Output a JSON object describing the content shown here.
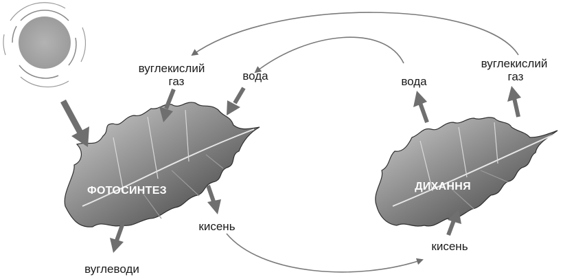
{
  "labels": {
    "co2_in_line1": "вуглекислий",
    "co2_in_line2": "газ",
    "water_in": "вода",
    "photosynthesis": "ФОТОСИНТЕЗ",
    "oxygen_out": "кисень",
    "carbohydrates": "вуглеводи",
    "water_out": "вода",
    "co2_out_line1": "вуглекислий",
    "co2_out_line2": "газ",
    "respiration": "ДИХАННЯ",
    "oxygen_in": "кисень"
  },
  "colors": {
    "arrow": "#6f6f6f",
    "cycle_line": "#7a7a7a",
    "sun": "#a8a8a8",
    "leaf_dark": "#3f3f3f",
    "leaf_mid": "#8a8a8a",
    "leaf_light": "#c9c9c9"
  }
}
